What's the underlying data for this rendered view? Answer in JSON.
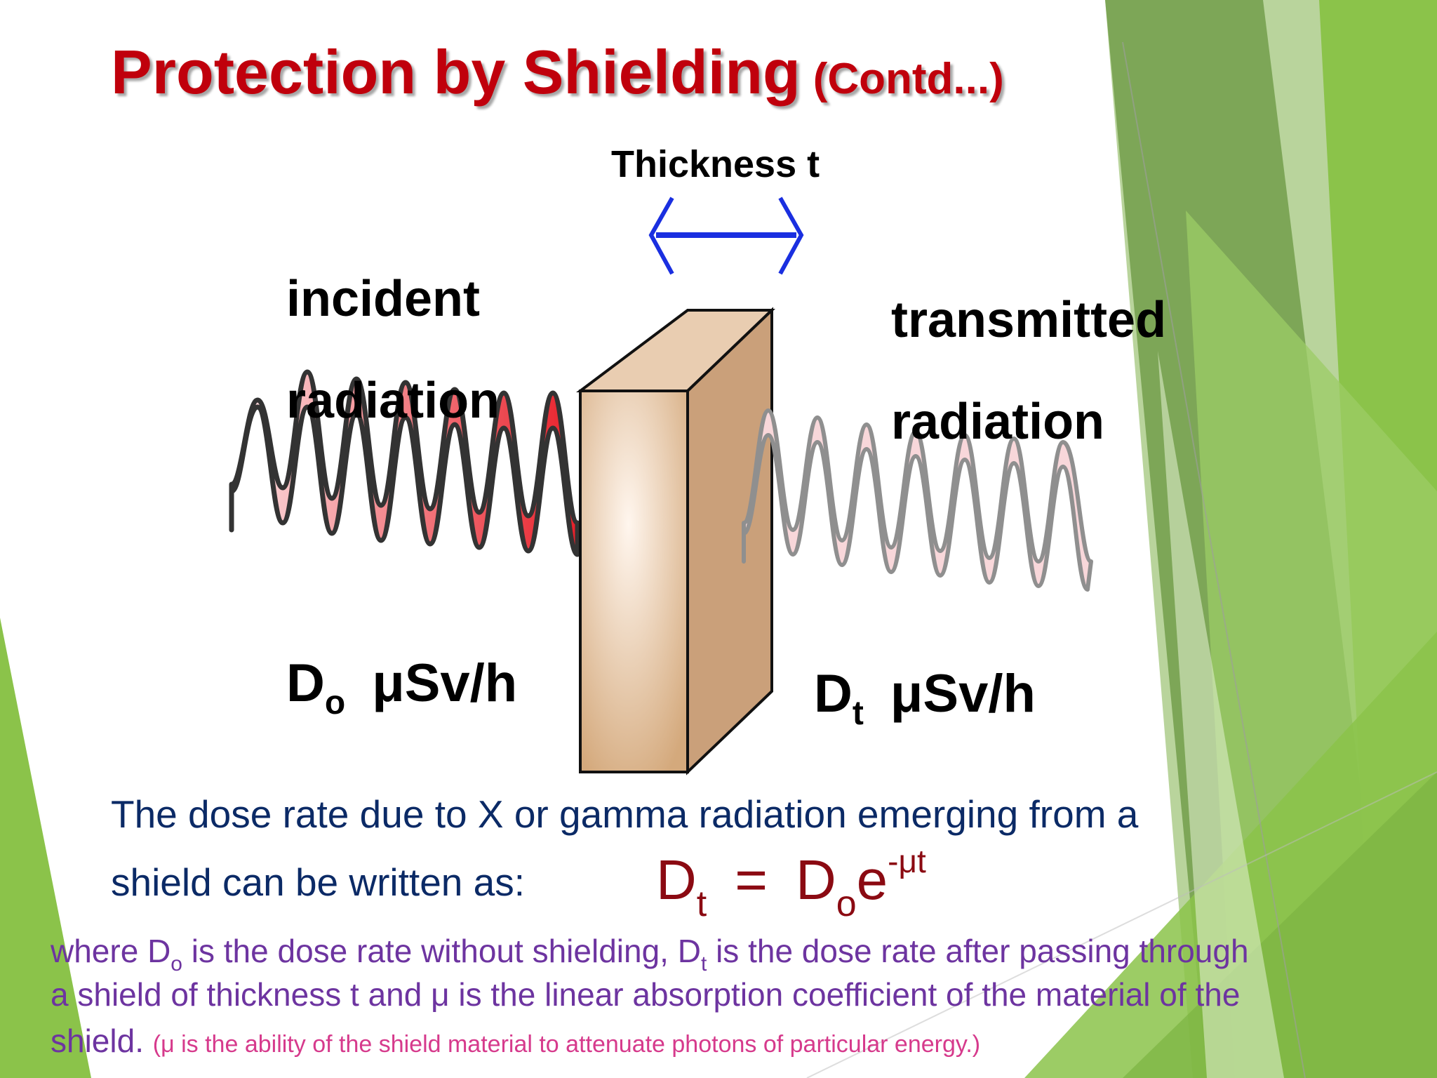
{
  "title": {
    "main": "Protection  by  Shielding",
    "contd": "(Contd...)"
  },
  "diagram": {
    "thickness_label": "Thickness t",
    "incident_line1": "incident",
    "incident_line2": "radiation",
    "transmitted_line1": "transmitted",
    "transmitted_line2": "radiation",
    "dose_in": {
      "symbol": "D",
      "sub": "o",
      "unit": "μSv/h"
    },
    "dose_out": {
      "symbol": "D",
      "sub": "t",
      "unit": "μSv/h"
    }
  },
  "text": {
    "line1": "The dose rate due to X or gamma radiation emerging from a",
    "line2": "shield can be written as:",
    "formula": {
      "lhs": "D",
      "lhs_sub": "t",
      "eq": "=",
      "rhs": "D",
      "rhs_sub": "o",
      "base": "e",
      "exp": "-μt"
    },
    "note1_a": "where D",
    "note1_sub1": "o",
    "note1_b": " is the dose rate without shielding, D",
    "note1_sub2": "t",
    "note1_c": " is the dose rate after passing through",
    "note2": "a shield of thickness t and μ is the linear absorption coefficient of the material of the",
    "note3_a": "shield.",
    "note3_b": "(μ is the ability of the shield material to attenuate photons of particular energy.)"
  },
  "colors": {
    "title": "#c0000c",
    "body_text": "#0b2a66",
    "formula": "#8b0a12",
    "note": "#6d34a0",
    "note_pink": "#d63a8c",
    "arrow": "#1a2fe0",
    "wave_incident": "#e8202a",
    "wave_transmitted": "#f3c4c8",
    "block": "#d9b38c",
    "green_accent": "#8bc34a"
  }
}
